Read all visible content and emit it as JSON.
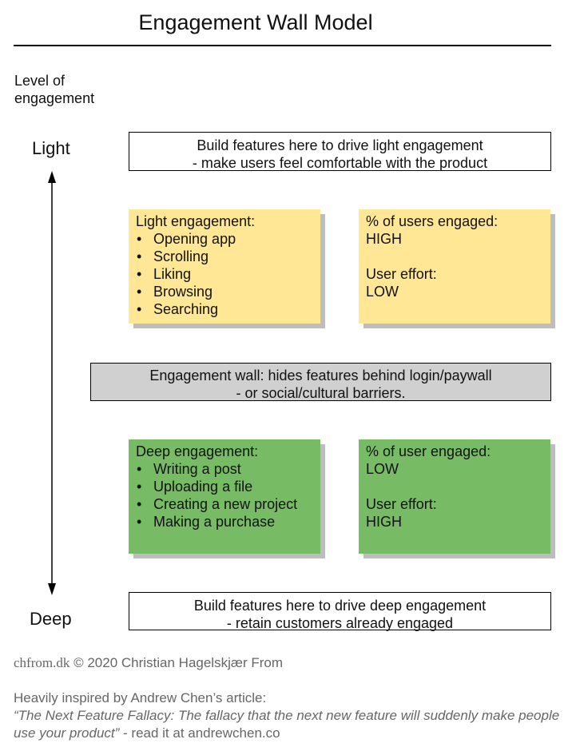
{
  "title": "Engagement Wall Model",
  "axis": {
    "label_line1": "Level of",
    "label_line2": "engagement",
    "top": "Light",
    "bottom": "Deep"
  },
  "top_box": {
    "line1": "Build features here to drive light engagement",
    "line2": "- make users feel comfortable with the product"
  },
  "light_card": {
    "heading": "Light engagement:",
    "items": [
      "Opening app",
      "Scrolling",
      "Liking",
      "Browsing",
      "Searching"
    ]
  },
  "light_stats": {
    "users_label": "% of users engaged:",
    "users_value": "HIGH",
    "effort_label": "User effort:",
    "effort_value": "LOW"
  },
  "wall": {
    "line1": "Engagement wall: hides features behind login/paywall",
    "line2": "- or social/cultural barriers."
  },
  "deep_card": {
    "heading": "Deep engagement:",
    "items": [
      "Writing a post",
      "Uploading a file",
      "Creating a new project",
      "Making a purchase"
    ]
  },
  "deep_stats": {
    "users_label": "% of user engaged:",
    "users_value": "LOW",
    "effort_label": "User effort:",
    "effort_value": "HIGH"
  },
  "bottom_box": {
    "line1": "Build features here to drive deep engagement",
    "line2": "- retain customers already engaged"
  },
  "footer": {
    "site": "chfrom.dk",
    "copyright": "© 2020 Christian Hagelskjær From",
    "inspired_line": "Heavily inspired by Andrew Chen’s article:",
    "quote": "“The Next Feature Fallacy: The fallacy that the next new feature will suddenly make people use your product”",
    "read_at": " - read it at andrewchen.co"
  },
  "colors": {
    "light_card": "#ffe796",
    "deep_card": "#77bc64",
    "wall": "#d0d0d0",
    "shadow": "#bdbdbd"
  }
}
